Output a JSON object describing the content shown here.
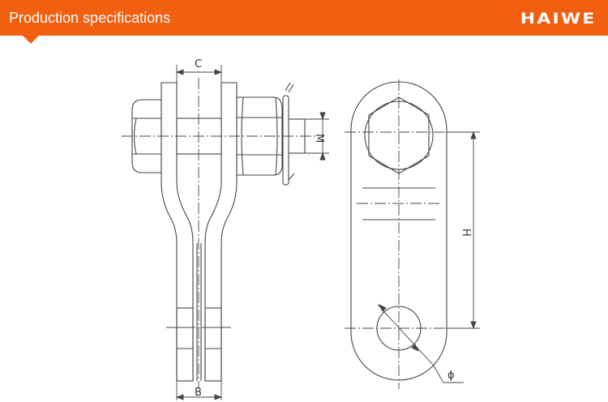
{
  "header": {
    "title": "Production specifications",
    "brand": "HAIWE",
    "background_color": "#f15f11",
    "text_color": "#ffffff"
  },
  "drawing": {
    "dimensions": {
      "c": "C",
      "m": "M",
      "b": "B",
      "h": "H",
      "phi": "ϕ"
    }
  }
}
